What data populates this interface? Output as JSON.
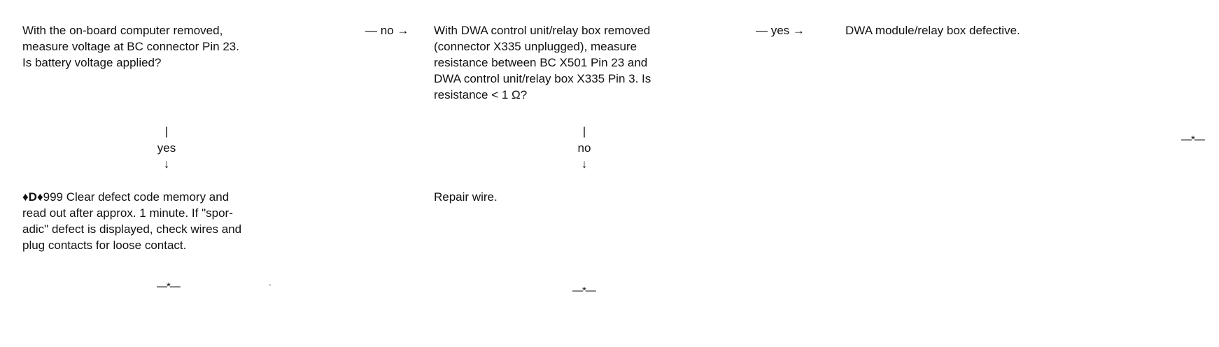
{
  "step1": {
    "lines": [
      "With the on-board computer removed,",
      "measure voltage at BC connector Pin 23.",
      "Is battery voltage applied?"
    ]
  },
  "arrow_no_1": "— no →",
  "step2": {
    "lines": [
      "With DWA control unit/relay box removed",
      "(connector X335 unplugged), measure",
      "resistance between BC X501 Pin 23 and",
      "DWA control unit/relay box X335 Pin 3. Is",
      "resistance < 1 Ω?"
    ]
  },
  "arrow_yes_2": "— yes →",
  "result_defective": "DWA module/relay box defective.",
  "vconn_yes": {
    "bar": "|",
    "label": "yes",
    "arrow": "↓"
  },
  "vconn_no": {
    "bar": "|",
    "label": "no",
    "arrow": "↓"
  },
  "step3": {
    "code_prefix": "♦D♦",
    "code_text": "999 Clear defect code memory and",
    "lines": [
      "read out after approx. 1 minute. If \"spor-",
      "adic\" defect is displayed, check wires and",
      "plug contacts for loose contact."
    ]
  },
  "result_repair": "Repair wire.",
  "end_marker": "—*—",
  "stray_mark": "`"
}
